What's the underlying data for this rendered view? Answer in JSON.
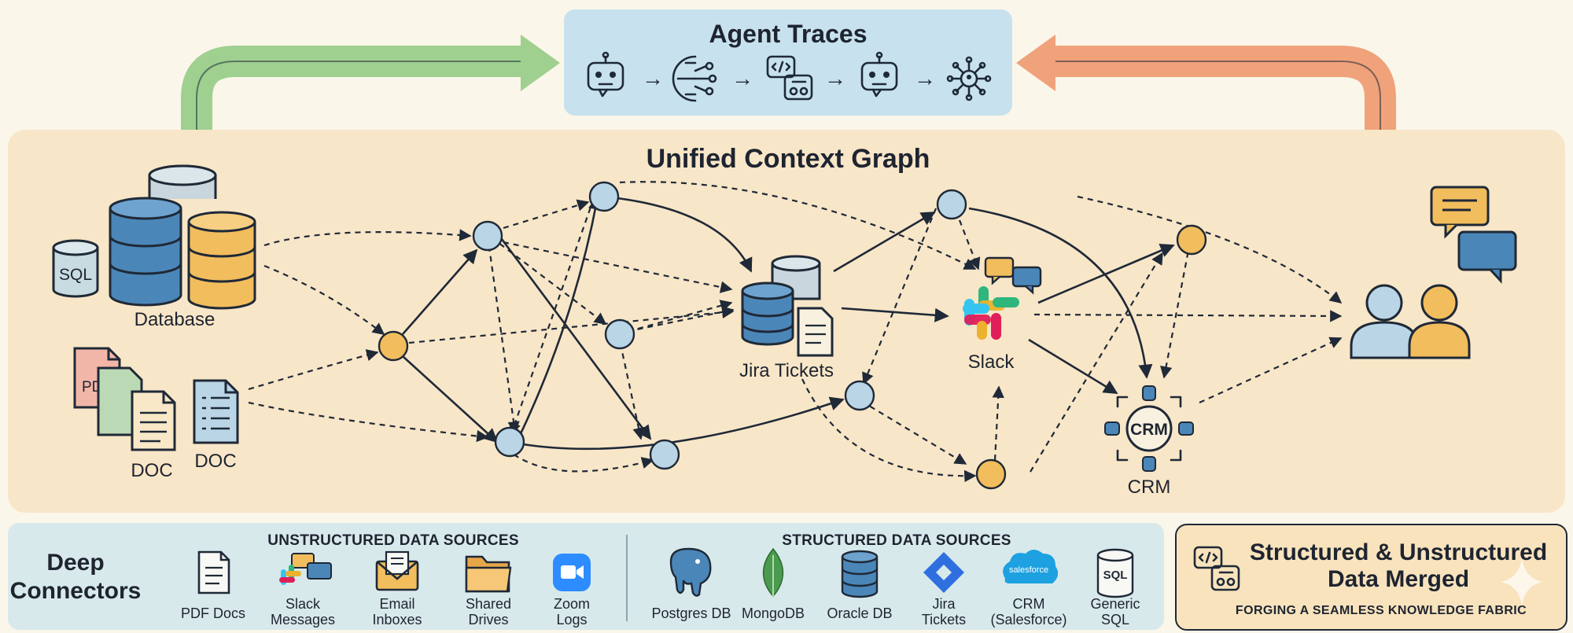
{
  "agent_traces": {
    "title": "Agent Traces"
  },
  "graph": {
    "title": "Unified Context Graph",
    "labels": {
      "database": "Database",
      "sql": "SQL",
      "pdf": "PDF",
      "doc_stack": "DOC",
      "doc_single": "DOC",
      "jira": "Jira Tickets",
      "slack": "Slack",
      "crm_badge": "CRM",
      "crm": "CRM"
    }
  },
  "connectors": {
    "title_line1": "Deep",
    "title_line2": "Connectors",
    "unstructured_header": "UNSTRUCTURED DATA SOURCES",
    "structured_header": "STRUCTURED DATA SOURCES",
    "unstructured": [
      {
        "line1": "PDF Docs",
        "line2": "",
        "icon": "pdf-doc-icon"
      },
      {
        "line1": "Slack",
        "line2": "Messages",
        "icon": "slack-messages-icon"
      },
      {
        "line1": "Email",
        "line2": "Inboxes",
        "icon": "email-inbox-icon"
      },
      {
        "line1": "Shared",
        "line2": "Drives",
        "icon": "folder-icon"
      },
      {
        "line1": "Zoom",
        "line2": "Logs",
        "icon": "zoom-icon"
      }
    ],
    "structured": [
      {
        "line1": "Postgres DB",
        "line2": "",
        "icon": "postgres-icon"
      },
      {
        "line1": "MongoDB",
        "line2": "",
        "icon": "mongodb-leaf-icon"
      },
      {
        "line1": "Oracle DB",
        "line2": "",
        "icon": "database-icon"
      },
      {
        "line1": "Jira",
        "line2": "Tickets",
        "icon": "jira-icon"
      },
      {
        "line1": "CRM",
        "line2": "(Salesforce)",
        "icon": "salesforce-cloud-icon",
        "badge": "salesforce"
      },
      {
        "line1": "Generic",
        "line2": "SQL",
        "icon": "sql-db-icon",
        "badge": "SQL"
      }
    ]
  },
  "merged": {
    "title_line1": "Structured & Unstructured",
    "title_line2": "Data Merged",
    "subtitle": "FORGING A SEAMLESS KNOWLEDGE FABRIC"
  },
  "colors": {
    "background": "#fbf6ea",
    "graph_panel": "#f8e6c8",
    "trace_panel": "#c7e2ee",
    "connector_panel": "#d8e9ec",
    "merged_panel": "#f8e3bd",
    "green_arrow": "#9fd090",
    "orange_arrow": "#f0a27b",
    "node_blue": "#b9d5e6",
    "node_orange": "#f2bd5d"
  }
}
